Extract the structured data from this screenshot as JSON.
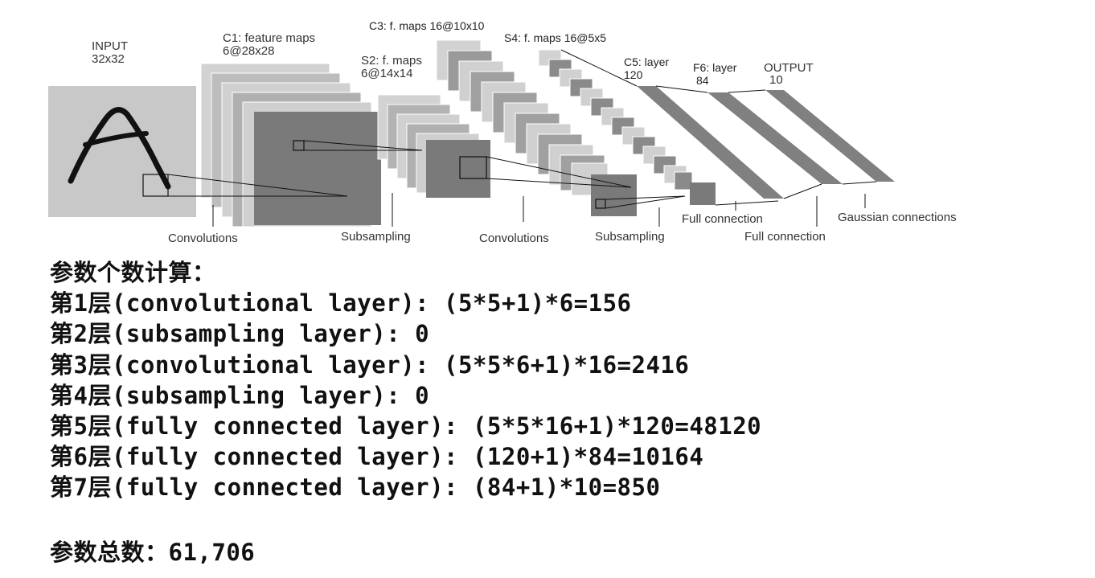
{
  "diagram": {
    "labels": {
      "input_title": "INPUT",
      "input_size": "32x32",
      "c1_title": "C1: feature maps",
      "c1_size": "6@28x28",
      "s2_title": "S2: f. maps",
      "s2_size": "6@14x14",
      "c3_title": "C3: f. maps 16@10x10",
      "s4_title": "S4: f. maps 16@5x5",
      "c5_title": "C5: layer",
      "c5_size": "120",
      "f6_title": "F6: layer",
      "f6_size": "84",
      "output_title": "OUTPUT",
      "output_size": "10"
    },
    "operations": {
      "conv1": "Convolutions",
      "sub1": "Subsampling",
      "conv2": "Convolutions",
      "sub2": "Subsampling",
      "full1": "Full connection",
      "full2": "Full connection",
      "gauss": "Gaussian connections"
    },
    "colors": {
      "input_bg": "#c8c8c8",
      "map_light": "#d2d2d2",
      "map_mid": "#a8a8a8",
      "map_dark": "#7a7a7a",
      "layer_band": "#808080",
      "stroke": "#111111"
    }
  },
  "calc": {
    "heading": "参数个数计算：",
    "rows": [
      "第1层(convolutional layer): (5*5+1)*6=156",
      "第2层(subsampling layer): 0",
      "第3层(convolutional layer): (5*5*6+1)*16=2416",
      "第4层(subsampling layer): 0",
      "第5层(fully connected layer): (5*5*16+1)*120=48120",
      "第6层(fully connected layer): (120+1)*84=10164",
      "第7层(fully connected layer): (84+1)*10=850"
    ],
    "total": "参数总数：61,706"
  }
}
